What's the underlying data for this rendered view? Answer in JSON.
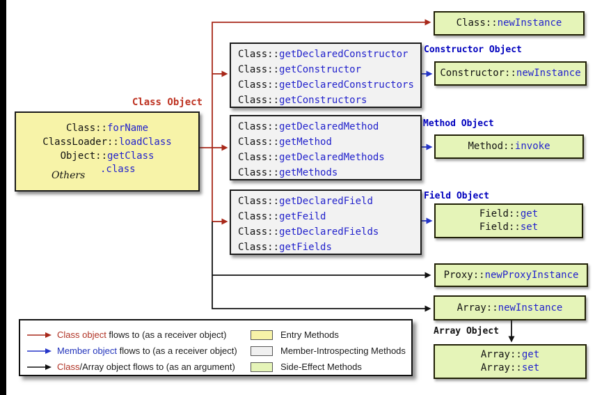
{
  "diagram": {
    "class_object_label": "Class Object",
    "entry_box": {
      "lines": [
        {
          "pre": "Class::",
          "name": "forName"
        },
        {
          "pre": "ClassLoader::",
          "name": "loadClass"
        },
        {
          "pre": "Object::",
          "name": "getClass"
        }
      ],
      "others": "Others",
      "class_literal": ".class"
    },
    "constructor_box": {
      "lines": [
        {
          "pre": "Class::",
          "name": "getDeclaredConstructor"
        },
        {
          "pre": "Class::",
          "name": "getConstructor"
        },
        {
          "pre": "Class::",
          "name": "getDeclaredConstructors"
        },
        {
          "pre": "Class::",
          "name": "getConstructors"
        }
      ]
    },
    "method_box": {
      "lines": [
        {
          "pre": "Class::",
          "name": "getDeclaredMethod"
        },
        {
          "pre": "Class::",
          "name": "getMethod"
        },
        {
          "pre": "Class::",
          "name": "getDeclaredMethods"
        },
        {
          "pre": "Class::",
          "name": "getMethods"
        }
      ]
    },
    "field_box": {
      "lines": [
        {
          "pre": "Class::",
          "name": "getDeclaredField"
        },
        {
          "pre": "Class::",
          "name": "getFeild"
        },
        {
          "pre": "Class::",
          "name": "getDeclaredFields"
        },
        {
          "pre": "Class::",
          "name": "getFields"
        }
      ]
    },
    "labels": {
      "constructor": "Constructor Object",
      "method": "Method Object",
      "field": "Field Object",
      "array": "Array Object"
    },
    "side_effect": {
      "class_new": {
        "pre": "Class::",
        "name": "newInstance"
      },
      "ctor_new": {
        "pre": "Constructor::",
        "name": "newInstance"
      },
      "method_inv": {
        "pre": "Method::",
        "name": "invoke"
      },
      "field_get": {
        "pre": "Field::",
        "name": "get"
      },
      "field_set": {
        "pre": "Field::",
        "name": "set"
      },
      "proxy_new": {
        "pre": "Proxy::",
        "name": "newProxyInstance"
      },
      "array_new": {
        "pre": "Array::",
        "name": "newInstance"
      },
      "array_get": {
        "pre": "Array::",
        "name": "get"
      },
      "array_set": {
        "pre": "Array::",
        "name": "set"
      }
    }
  },
  "legend": {
    "rows": [
      {
        "colored": "Class object",
        "rest": " flows to (as a receiver object)"
      },
      {
        "colored": "Member object",
        "rest": " flows to (as a receiver object)"
      },
      {
        "colored": "Class",
        "rest": "/Array object flows to (as an argument)"
      }
    ],
    "swatches": [
      {
        "label": "Entry Methods"
      },
      {
        "label": "Member-Introspecting Methods"
      },
      {
        "label": "Side-Effect Methods"
      }
    ]
  },
  "colors": {
    "entry_fill": "#F7F3A8",
    "introspect_fill": "#F2F2F2",
    "side_effect_fill": "#E5F4B8",
    "class_flow_red": "#A8281A",
    "member_flow_blue": "#2535C8",
    "argument_flow_black": "#111111",
    "method_name_blue": "#2222CC",
    "object_label_blue": "#0000BE",
    "class_object_red": "#BE3322"
  }
}
